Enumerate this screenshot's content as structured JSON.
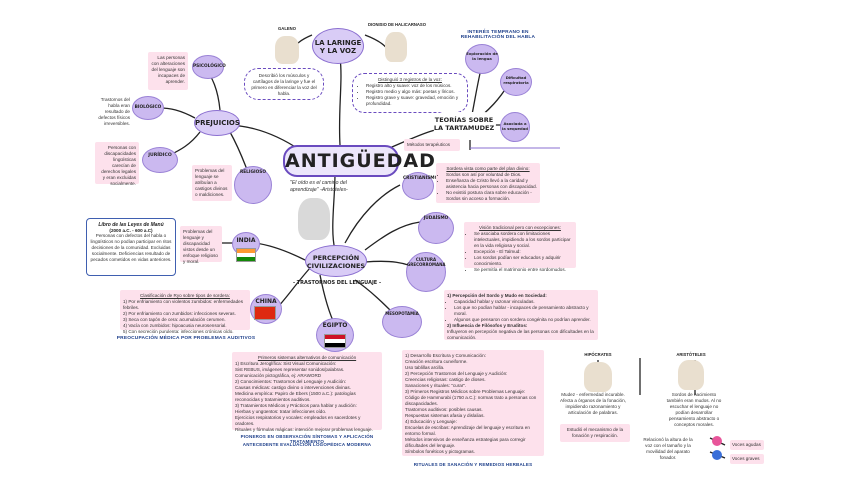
{
  "title": "ANTIGÜEDAD",
  "quote": "\"El oído es el camino del aprendizaje\" -Aristóteles-",
  "nodes": {
    "laringe": "LA LARINGE Y LA VOZ",
    "prejuicios": "PREJUICIOS",
    "teorias": "TEORÍAS SOBRE LA TARTAMUDEZ",
    "percepcion": "PERCEPCIÓN CIVILIZACIONES",
    "percepcion_sub": "- TRASTORNOS DEL LENGUAJE -",
    "india": "INDIA",
    "china": "CHINA",
    "egipto": "EGIPTO",
    "mesopotamia": "MESOPOTAMIA",
    "cristianismo": "CRISTIANISMO",
    "judaismo": "JUDAÍSMO",
    "cultura_grecorromana": "CULTURA GRECORROMANA",
    "religioso": "RELIGIOSO",
    "psicologico": "PSICOLÓGICO",
    "biologico": "BIOLÓGICO",
    "juridico": "JURÍDICO"
  },
  "people": {
    "galeno": "GALENO",
    "dionisio": "DIONISIO DE HALICARNASO",
    "hipocrates": "HIPÓCRATES",
    "aristoteles": "ARISTÓTELES"
  },
  "laringe_text": "Describió los músculos y cartílagos de la laringe y fue el primero en diferenciar la voz del habla.",
  "dionisio_box": {
    "title": "Distinguió 3 registros de la voz:",
    "items": [
      "Registro alto y suave: voz de los músicos.",
      "Registro medio y algo más: poetas y líricos.",
      "Registro grave y suave: gravedad, emoción y profundidad."
    ]
  },
  "prejuicio_texts": {
    "psicologico": "Las personas con alteraciones del lenguaje son incapaces de aprender.",
    "biologico": "Trastornos del habla eran resultado de defectos físicos irreversibles.",
    "juridico": "Personas con discapacidades lingüísticas carecían de derechos legales y eran excluidas socialmente.",
    "religioso": "Problemas del lenguaje se atribuían a castigos divinos o maldiciones."
  },
  "tartamudez": {
    "title": "INTERÉS TEMPRANO EN REHABILITACIÓN DEL HABLA",
    "items": [
      "Exploración de la lengua",
      "Dificultad respiratoria",
      "Asociada a la sequedad"
    ],
    "tag": "Métodos terapéuticos"
  },
  "cristianismo_box": {
    "title": "Sordera vista como parte del plan divino:",
    "items": [
      "Sordos son así por voluntad de Dios.",
      "Enseñanza de Cristo llevó a la caridad y asistencia hacia personas con discapacidad.",
      "No existió postura clara sobre educación - Sordos sin acceso a formación."
    ]
  },
  "judaismo_box": {
    "title": "Visión tradicional pero con excepciones:",
    "items": [
      "Se asociaba sordera con limitaciones intelectuales, impidiendo a los sordos participar en la vida religiosa y social.",
      "Excepción - El Talmud:",
      "Los sordos podían ser educados y adquirir conocimiento.",
      "Se permitía el matrimonio entre sordomudos."
    ]
  },
  "grecorromana_box": {
    "l1": "1) Percepción del Sordo y Mudo en Sociedad:",
    "items1": [
      "Capacidad hablar y razonar vinculadas.",
      "Los que no podían hablar - incapaces de pensamiento abstracto y moral.",
      "Algunos que pensaron con sordera congénita no podrían aprender."
    ],
    "l2": "2) Influencia de Filósofos y Eruditos:",
    "l2text": "Influyeron en percepción negativa de las personas con dificultades en la comunicación."
  },
  "india_box": {
    "title": "Libro de las Leyes de Manú",
    "subtitle": "(2000 a.C. - 600 a.C)",
    "text": "Personas con defectos del habla o lingüísticos no podían participar en ritos decisiones de la comunidad. Excluidas socialmente. Deficiencias resultado de pecados cometidos en vidas anteriores.",
    "right": "Problemas del lenguaje y discapacidad vistos desde un enfoque religioso y moral."
  },
  "china_box": {
    "title": "Clasificación de Ryo sobre tipos de sordera:",
    "items": [
      "1) Por enfriamiento con violentos zumbidos: enfermedades febriles.",
      "2) Por enfriamiento con zumbidos: infecciones severas.",
      "3) Seca con tapón de cera: acumulación cerumen.",
      "4) Vacía con zumbidos: hipoacusia neurosensorial.",
      "5) Con secreción purulenta: infecciones crónicas oído."
    ],
    "caption": "PREOCUPACIÓN MÉDICA POR PROBLEMAS AUDITIVOS"
  },
  "egipto_box": {
    "title": "Primeros sistemas alternativos de comunicación",
    "items": [
      "1) Escritura Jeroglífica: Sist Visual Comunicación:",
      "Sist REBUS, imágenes representar sonidos/palabras.",
      "Comunicación pictográfica, ej: ARAWORD",
      "2) Conocimientos: Trastornos del Lenguaje y Audición:",
      "Causas médicas: castigo divino o intervenciones divinas.",
      "Medicina empírica: Papiro de Ebers (1500 a.C.): patologías reconocidas y tratamientos auditivos.",
      "3) Tratamientos Médicos y Prácticos para hablar y audición:",
      "Hierbas y ungüentos: tratar infecciones oído.",
      "Ejercicios respiratorios y vocales: empleados en sacerdotes y oradores.",
      "Rituales y fórmulas mágicas: intención mejorar problemas lenguaje."
    ],
    "caption1": "PIONEROS EN OBSERVACIÓN SÍNTOMAS Y APLICACIÓN TRATAMIENTO",
    "caption2": "ANTECEDENTE EVALUACIÓN LOGOPÉDICA MODERNA"
  },
  "mesopotamia_box": {
    "items": [
      "1) Desarrollo Escritura y Comunicación:",
      "Creación escritura cuneiforme.",
      "Uso tablillas arcilla.",
      "2) Percepción Trastornos del Lenguaje y Audición:",
      "Creencias religiosas: castigo de dioses.",
      "Sanaciones y rituales: \"curar\".",
      "3) Primeros Registros Médicos sobre Problemas Lenguaje:",
      "Código de Hammurabi (1750 a.C.): normas trato a personas con discapacidades.",
      "Trastornos auditivos: posibles causas.",
      "Respuestas sistemas afasia y dislalias.",
      "4) Educación y Lenguaje:",
      "Escuelas de escribas: Aprendizaje del lenguaje y escritura en entorno formal.",
      "Métodos intensivos de enseñanza estrategias para corregir dificultades del lenguaje.",
      "Símbolos fonéticos y pictogramas."
    ],
    "caption": "RITUALES DE SANACIÓN Y REMEDIOS HERBALES"
  },
  "hipocrates_box": {
    "text": "Mudez - enfermedad incurable. Afecta a órganos de la fonación, impidiendo razonamiento y articulación de palabras.",
    "note": "Estudió el mecanismo de la fonación y respiración."
  },
  "aristoteles_box": {
    "text": "Sordos de nacimiento también eran mudos. Al no escuchar el lenguaje no podían desarrollar pensamiento abstracto o conceptos morales.",
    "note": "Relacionó la altura de la voz con el tamaño y la movilidad del aparato fonador.",
    "tags": [
      "Voces agudas",
      "Voces graves"
    ]
  }
}
